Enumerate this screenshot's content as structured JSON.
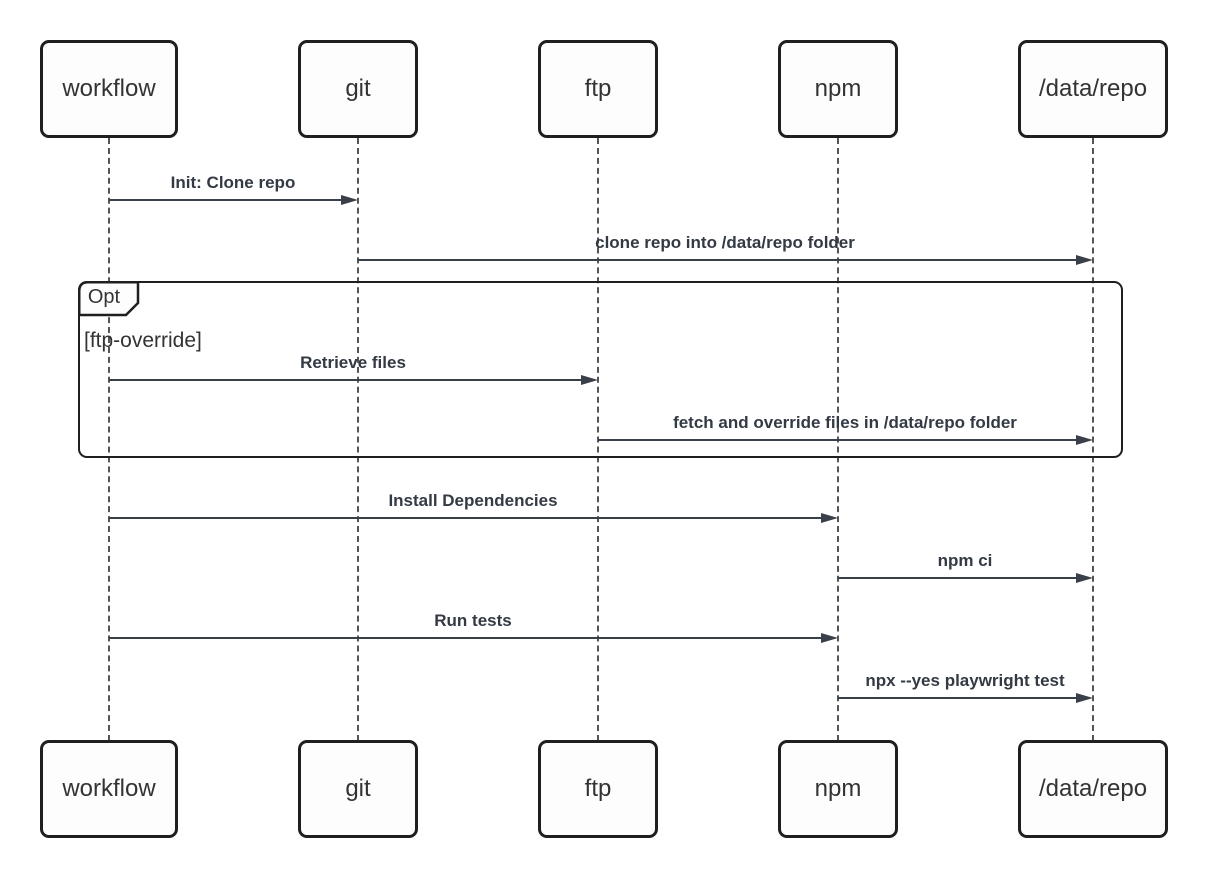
{
  "colors": {
    "background": "#ffffff",
    "actor_border": "#1f1f1f",
    "actor_fill": "#fdfdfd",
    "actor_text": "#333333",
    "line": "#394049",
    "message_text": "#333a44",
    "lifeline": "#555555",
    "frame_border": "#1f1f1f"
  },
  "diagram": {
    "type": "sequence",
    "participants": [
      {
        "id": "workflow",
        "label": "workflow"
      },
      {
        "id": "git",
        "label": "git"
      },
      {
        "id": "ftp",
        "label": "ftp"
      },
      {
        "id": "npm",
        "label": "npm"
      },
      {
        "id": "data-repo",
        "label": "/data/repo"
      }
    ],
    "messages": [
      {
        "from": "workflow",
        "to": "git",
        "label": "Init: Clone repo",
        "arrow": "solid-filled"
      },
      {
        "from": "git",
        "to": "/data/repo",
        "label": "clone repo into /data/repo folder",
        "arrow": "solid-filled"
      },
      {
        "from": "workflow",
        "to": "ftp",
        "label": "Retrieve files",
        "arrow": "solid-filled"
      },
      {
        "from": "ftp",
        "to": "/data/repo",
        "label": "fetch and override files in /data/repo folder",
        "arrow": "solid-filled"
      },
      {
        "from": "workflow",
        "to": "npm",
        "label": "Install Dependencies",
        "arrow": "solid-filled"
      },
      {
        "from": "npm",
        "to": "/data/repo",
        "label": "npm ci",
        "arrow": "solid-filled"
      },
      {
        "from": "workflow",
        "to": "npm",
        "label": "Run tests",
        "arrow": "solid-filled"
      },
      {
        "from": "npm",
        "to": "/data/repo",
        "label": "npx --yes playwright test",
        "arrow": "solid-filled"
      }
    ],
    "fragment": {
      "kind": "opt",
      "label": "Opt",
      "guard": "[ftp-override]",
      "contains_message_indexes": [
        2,
        3
      ]
    }
  }
}
